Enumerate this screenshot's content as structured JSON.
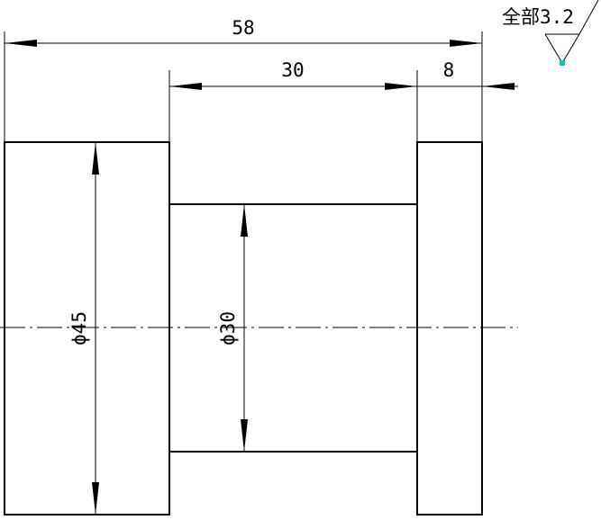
{
  "dimensions": {
    "overall_length": "58",
    "middle_length": "30",
    "flange_length": "8",
    "large_diameter": "ϕ45",
    "small_diameter": "ϕ30"
  },
  "surface_finish": {
    "note": "全部3.2"
  },
  "colors": {
    "line": "#000000",
    "marker": "#00c8c8"
  }
}
